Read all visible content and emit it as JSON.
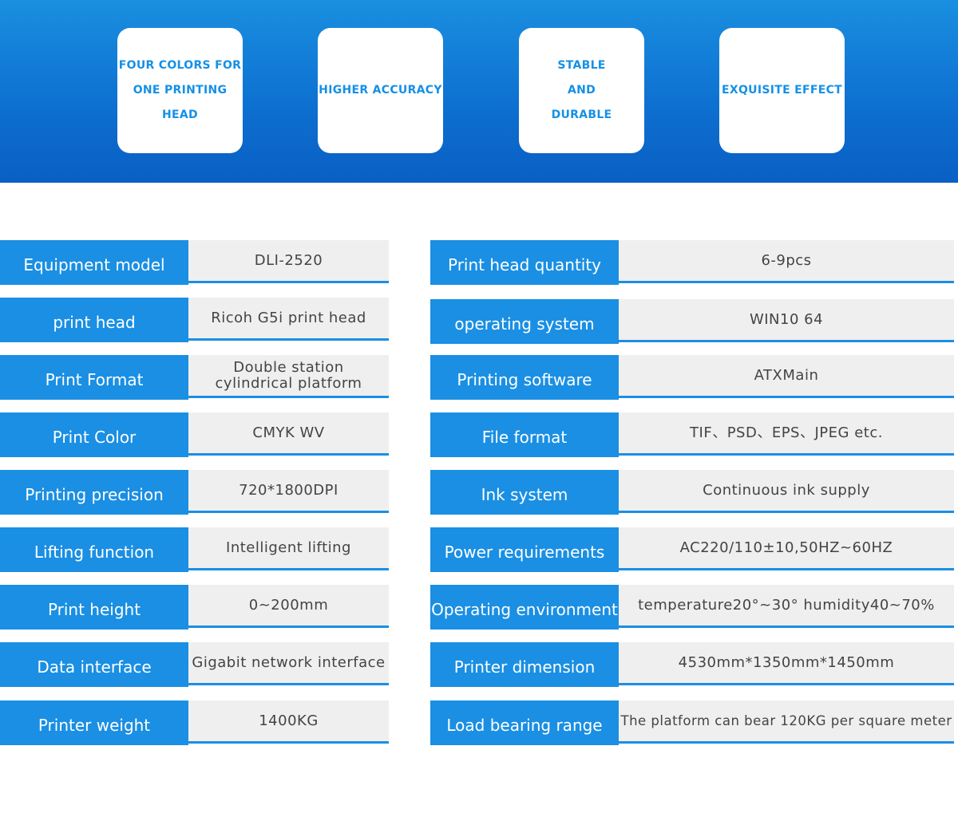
{
  "features": [
    {
      "label": "FOUR COLORS FOR\nONE PRINTING HEAD"
    },
    {
      "label": "HIGHER ACCURACY"
    },
    {
      "label": "STABLE\nAND\nDURABLE"
    },
    {
      "label": "EXQUISITE EFFECT"
    }
  ],
  "specs_left": [
    {
      "label": "Equipment model",
      "value": "DLI-2520"
    },
    {
      "label": "print head",
      "value": "Ricoh G5i print head"
    },
    {
      "label": "Print Format",
      "value": "Double station\ncylindrical platform"
    },
    {
      "label": "Print Color",
      "value": "CMYK WV"
    },
    {
      "label": "Printing precision",
      "value": "720*1800DPI"
    },
    {
      "label": "Lifting function",
      "value": "Intelligent lifting"
    },
    {
      "label": "Print height",
      "value": "0~200mm"
    },
    {
      "label": "Data interface",
      "value": "Gigabit network interface"
    },
    {
      "label": "Printer weight",
      "value": "1400KG"
    }
  ],
  "specs_right": [
    {
      "label": "Print head quantity",
      "value": "6-9pcs"
    },
    {
      "label": "operating system",
      "value": "WIN10 64"
    },
    {
      "label": "Printing software",
      "value": "ATXMain"
    },
    {
      "label": "File format",
      "value": "TIF、PSD、EPS、JPEG etc."
    },
    {
      "label": "Ink system",
      "value": "Continuous ink supply"
    },
    {
      "label": "Power requirements",
      "value": "AC220/110±10,50HZ~60HZ"
    },
    {
      "label": "Operating environment",
      "value": "temperature20°~30°  humidity40~70%"
    },
    {
      "label": "Printer dimension",
      "value": "4530mm*1350mm*1450mm"
    },
    {
      "label": "Load bearing range",
      "value": "The platform can bear 120KG per square meter"
    }
  ],
  "colors": {
    "brand_blue": "#1a8fe3",
    "value_bg": "#efefef"
  }
}
